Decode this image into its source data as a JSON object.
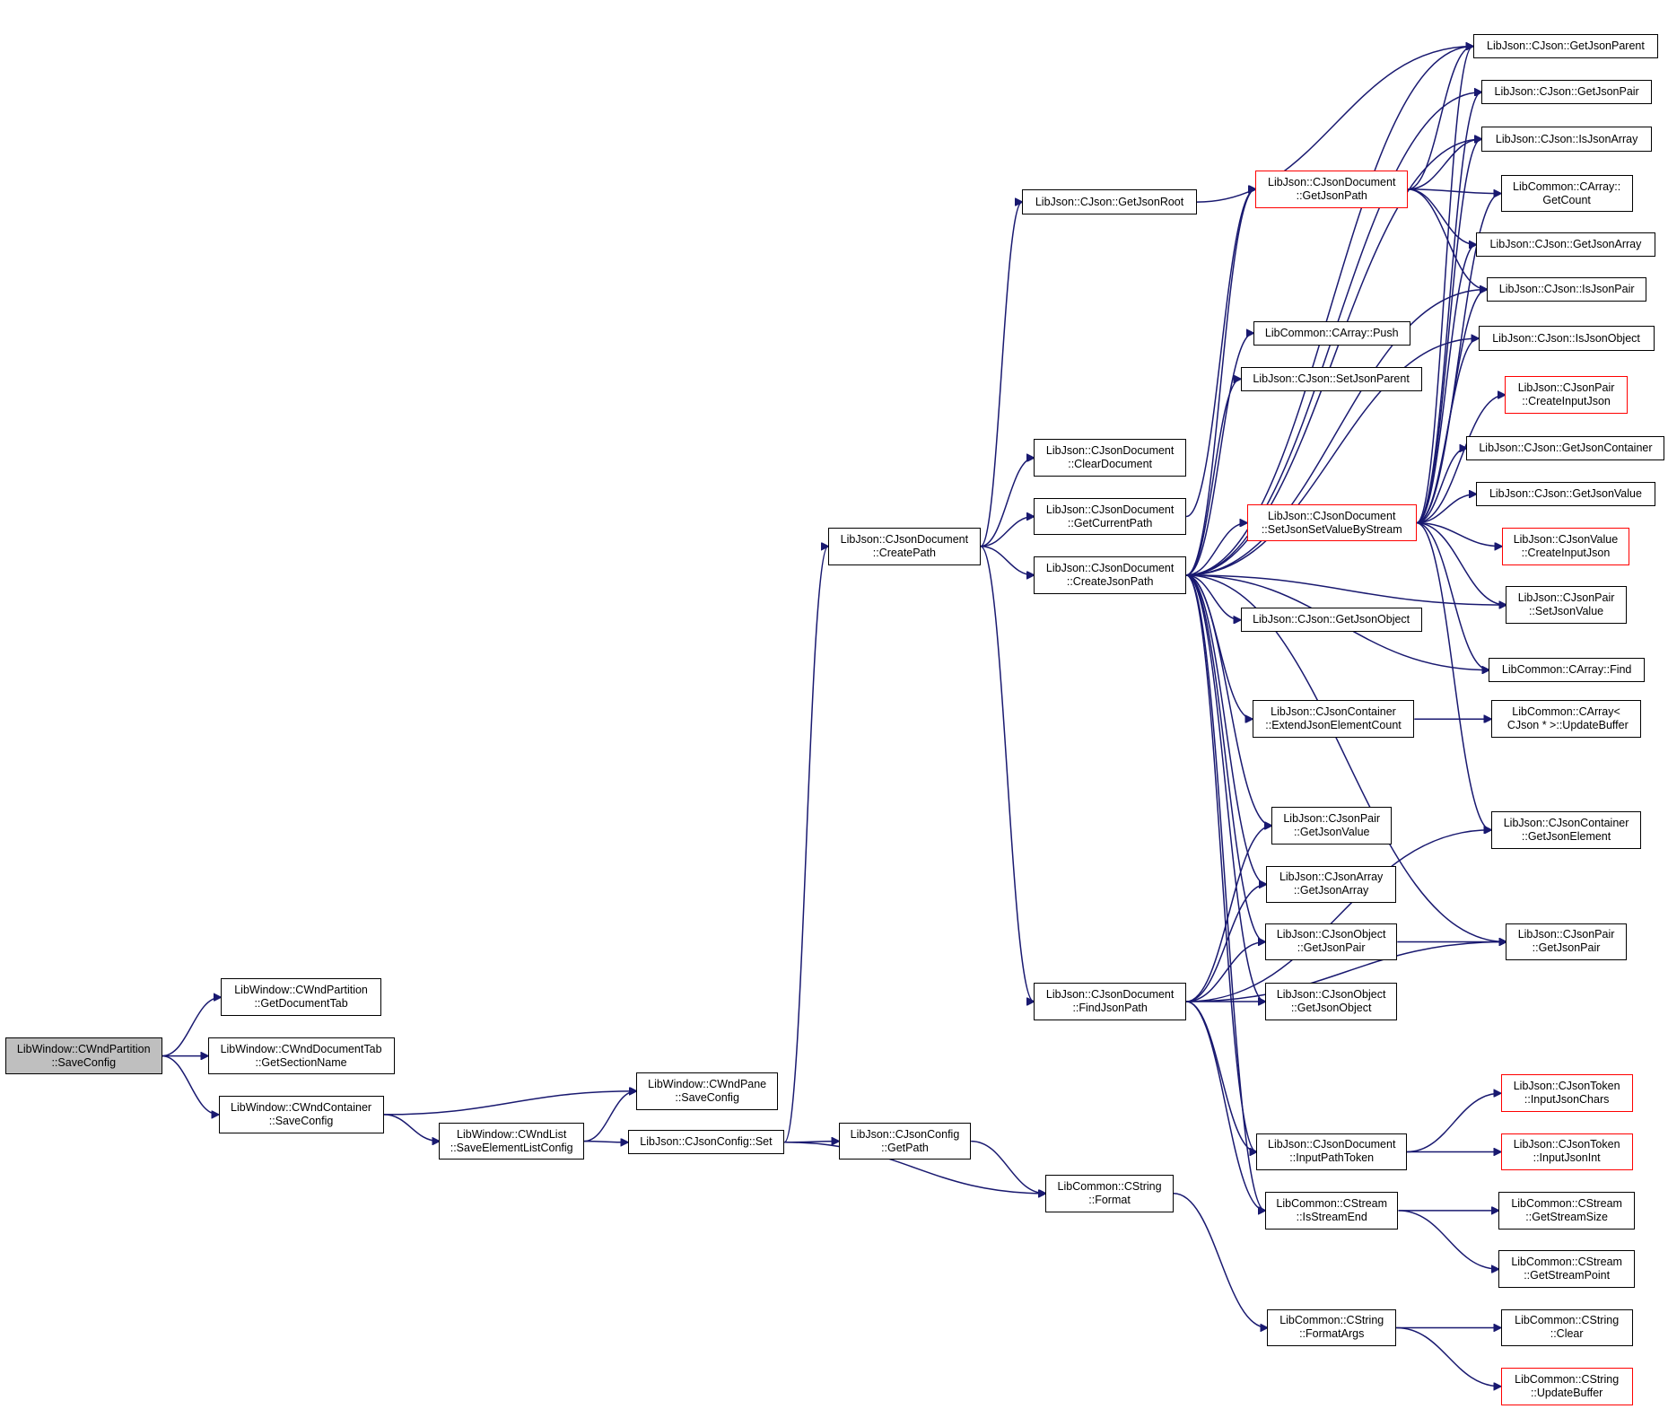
{
  "colors": {
    "edge": "#191970",
    "node_border": "#000000",
    "truncated_border": "#ff0000",
    "selected_fill": "#bfbfbf",
    "background": "#ffffff"
  },
  "nodes": [
    {
      "id": "wp_saveconfig",
      "label": "LibWindow::CWndPartition\n::SaveConfig",
      "selected": true,
      "truncated": false
    },
    {
      "id": "wp_getdocumenttab",
      "label": "LibWindow::CWndPartition\n::GetDocumentTab",
      "truncated": false
    },
    {
      "id": "wdt_getsectionname",
      "label": "LibWindow::CWndDocumentTab\n::GetSectionName",
      "truncated": false
    },
    {
      "id": "wc_saveconfig",
      "label": "LibWindow::CWndContainer\n::SaveConfig",
      "truncated": false
    },
    {
      "id": "wpane_saveconfig",
      "label": "LibWindow::CWndPane\n::SaveConfig",
      "truncated": false
    },
    {
      "id": "wl_saveelementlistconfig",
      "label": "LibWindow::CWndList\n::SaveElementListConfig",
      "truncated": false
    },
    {
      "id": "jc_set",
      "label": "LibJson::CJsonConfig::Set",
      "truncated": false
    },
    {
      "id": "jc_getpath",
      "label": "LibJson::CJsonConfig\n::GetPath",
      "truncated": false
    },
    {
      "id": "jd_createpath",
      "label": "LibJson::CJsonDocument\n::CreatePath",
      "truncated": false
    },
    {
      "id": "j_getjsonroot",
      "label": "LibJson::CJson::GetJsonRoot",
      "truncated": false
    },
    {
      "id": "jd_cleardocument",
      "label": "LibJson::CJsonDocument\n::ClearDocument",
      "truncated": false
    },
    {
      "id": "jd_getcurrentpath",
      "label": "LibJson::CJsonDocument\n::GetCurrentPath",
      "truncated": false
    },
    {
      "id": "jd_createjsonpath",
      "label": "LibJson::CJsonDocument\n::CreateJsonPath",
      "truncated": false
    },
    {
      "id": "jd_findjsonpath",
      "label": "LibJson::CJsonDocument\n::FindJsonPath",
      "truncated": false
    },
    {
      "id": "cs_format",
      "label": "LibCommon::CString\n::Format",
      "truncated": false
    },
    {
      "id": "cs_formatargs",
      "label": "LibCommon::CString\n::FormatArgs",
      "truncated": false
    },
    {
      "id": "cs_clear",
      "label": "LibCommon::CString\n::Clear",
      "truncated": false
    },
    {
      "id": "cs_updatebuffer",
      "label": "LibCommon::CString\n::UpdateBuffer",
      "truncated": true
    },
    {
      "id": "j_getjsonparent",
      "label": "LibJson::CJson::GetJsonParent",
      "truncated": false
    },
    {
      "id": "j_getjsonpair",
      "label": "LibJson::CJson::GetJsonPair",
      "truncated": false
    },
    {
      "id": "j_isjsonarray",
      "label": "LibJson::CJson::IsJsonArray",
      "truncated": false
    },
    {
      "id": "jd_getjsonpath",
      "label": "LibJson::CJsonDocument\n::GetJsonPath",
      "truncated": true
    },
    {
      "id": "ca_getcount",
      "label": "LibCommon::CArray::\nGetCount",
      "truncated": false
    },
    {
      "id": "j_getjsonarray",
      "label": "LibJson::CJson::GetJsonArray",
      "truncated": false
    },
    {
      "id": "j_isjsonpair",
      "label": "LibJson::CJson::IsJsonPair",
      "truncated": false
    },
    {
      "id": "j_isjsonobject",
      "label": "LibJson::CJson::IsJsonObject",
      "truncated": false
    },
    {
      "id": "ca_push",
      "label": "LibCommon::CArray::Push",
      "truncated": false
    },
    {
      "id": "j_setjsonparent",
      "label": "LibJson::CJson::SetJsonParent",
      "truncated": false
    },
    {
      "id": "jp_createinputjson",
      "label": "LibJson::CJsonPair\n::CreateInputJson",
      "truncated": true
    },
    {
      "id": "j_getjsoncontainer",
      "label": "LibJson::CJson::GetJsonContainer",
      "truncated": false
    },
    {
      "id": "j_getjsonvalue",
      "label": "LibJson::CJson::GetJsonValue",
      "truncated": false
    },
    {
      "id": "jd_setjsonsetvaluebystream",
      "label": "LibJson::CJsonDocument\n::SetJsonSetValueByStream",
      "truncated": true
    },
    {
      "id": "jv_createinputjson",
      "label": "LibJson::CJsonValue\n::CreateInputJson",
      "truncated": true
    },
    {
      "id": "jp_setjsonvalue",
      "label": "LibJson::CJsonPair\n::SetJsonValue",
      "truncated": false
    },
    {
      "id": "j_getjsonobject",
      "label": "LibJson::CJson::GetJsonObject",
      "truncated": false
    },
    {
      "id": "ca_find",
      "label": "LibCommon::CArray::Find",
      "truncated": false
    },
    {
      "id": "jcont_extendjsonelementcount",
      "label": "LibJson::CJsonContainer\n::ExtendJsonElementCount",
      "truncated": false
    },
    {
      "id": "ca_updatebuffer",
      "label": "LibCommon::CArray<\n CJson * >::UpdateBuffer",
      "truncated": false
    },
    {
      "id": "jp_getjsonvalue",
      "label": "LibJson::CJsonPair\n::GetJsonValue",
      "truncated": false
    },
    {
      "id": "jcont_getjsonelement",
      "label": "LibJson::CJsonContainer\n::GetJsonElement",
      "truncated": false
    },
    {
      "id": "ja_getjsonarray",
      "label": "LibJson::CJsonArray\n::GetJsonArray",
      "truncated": false
    },
    {
      "id": "jo_getjsonpair",
      "label": "LibJson::CJsonObject\n::GetJsonPair",
      "truncated": false
    },
    {
      "id": "jp_getjsonpair",
      "label": "LibJson::CJsonPair\n::GetJsonPair",
      "truncated": false
    },
    {
      "id": "jo_getjsonobject",
      "label": "LibJson::CJsonObject\n::GetJsonObject",
      "truncated": false
    },
    {
      "id": "jt_inputjsonchars",
      "label": "LibJson::CJsonToken\n::InputJsonChars",
      "truncated": true
    },
    {
      "id": "jd_inputpathtoken",
      "label": "LibJson::CJsonDocument\n::InputPathToken",
      "truncated": false
    },
    {
      "id": "jt_inputjsonint",
      "label": "LibJson::CJsonToken\n::InputJsonInt",
      "truncated": true
    },
    {
      "id": "cst_isstreamend",
      "label": "LibCommon::CStream\n::IsStreamEnd",
      "truncated": false
    },
    {
      "id": "cst_getstreamsize",
      "label": "LibCommon::CStream\n::GetStreamSize",
      "truncated": false
    },
    {
      "id": "cst_getstreampoint",
      "label": "LibCommon::CStream\n::GetStreamPoint",
      "truncated": false
    }
  ],
  "edges": [
    [
      "wp_saveconfig",
      "wp_getdocumenttab"
    ],
    [
      "wp_saveconfig",
      "wdt_getsectionname"
    ],
    [
      "wp_saveconfig",
      "wc_saveconfig"
    ],
    [
      "wc_saveconfig",
      "wpane_saveconfig"
    ],
    [
      "wc_saveconfig",
      "wl_saveelementlistconfig"
    ],
    [
      "wl_saveelementlistconfig",
      "wpane_saveconfig"
    ],
    [
      "wl_saveelementlistconfig",
      "jc_set"
    ],
    [
      "jc_set",
      "jd_createpath"
    ],
    [
      "jc_set",
      "jc_getpath"
    ],
    [
      "jc_set",
      "cs_format"
    ],
    [
      "jc_getpath",
      "cs_format"
    ],
    [
      "jd_createpath",
      "j_getjsonroot"
    ],
    [
      "jd_createpath",
      "jd_cleardocument"
    ],
    [
      "jd_createpath",
      "jd_getcurrentpath"
    ],
    [
      "jd_createpath",
      "jd_createjsonpath"
    ],
    [
      "jd_createpath",
      "jd_findjsonpath"
    ],
    [
      "j_getjsonroot",
      "j_getjsonparent"
    ],
    [
      "cs_format",
      "cs_formatargs"
    ],
    [
      "cs_formatargs",
      "cs_clear"
    ],
    [
      "cs_formatargs",
      "cs_updatebuffer"
    ],
    [
      "jd_getcurrentpath",
      "jd_getjsonpath"
    ],
    [
      "jd_createjsonpath",
      "j_getjsonparent"
    ],
    [
      "jd_createjsonpath",
      "j_getjsonpair"
    ],
    [
      "jd_createjsonpath",
      "j_isjsonarray"
    ],
    [
      "jd_createjsonpath",
      "jd_getjsonpath"
    ],
    [
      "jd_createjsonpath",
      "j_isjsonpair"
    ],
    [
      "jd_createjsonpath",
      "j_isjsonobject"
    ],
    [
      "jd_createjsonpath",
      "ca_push"
    ],
    [
      "jd_createjsonpath",
      "j_setjsonparent"
    ],
    [
      "jd_createjsonpath",
      "jd_setjsonsetvaluebystream"
    ],
    [
      "jd_createjsonpath",
      "jp_setjsonvalue"
    ],
    [
      "jd_createjsonpath",
      "j_getjsonobject"
    ],
    [
      "jd_createjsonpath",
      "ca_find"
    ],
    [
      "jd_createjsonpath",
      "jcont_extendjsonelementcount"
    ],
    [
      "jd_createjsonpath",
      "jp_getjsonvalue"
    ],
    [
      "jd_createjsonpath",
      "ja_getjsonarray"
    ],
    [
      "jd_createjsonpath",
      "jo_getjsonpair"
    ],
    [
      "jd_createjsonpath",
      "jp_getjsonpair"
    ],
    [
      "jd_createjsonpath",
      "jo_getjsonobject"
    ],
    [
      "jd_createjsonpath",
      "jd_inputpathtoken"
    ],
    [
      "jd_createjsonpath",
      "cst_isstreamend"
    ],
    [
      "jd_getjsonpath",
      "j_getjsonparent"
    ],
    [
      "jd_getjsonpath",
      "j_isjsonarray"
    ],
    [
      "jd_getjsonpath",
      "ca_getcount"
    ],
    [
      "jd_getjsonpath",
      "j_getjsonarray"
    ],
    [
      "jd_getjsonpath",
      "j_isjsonpair"
    ],
    [
      "jd_setjsonsetvaluebystream",
      "j_getjsonparent"
    ],
    [
      "jd_setjsonsetvaluebystream",
      "j_getjsonpair"
    ],
    [
      "jd_setjsonsetvaluebystream",
      "j_isjsonarray"
    ],
    [
      "jd_setjsonsetvaluebystream",
      "ca_getcount"
    ],
    [
      "jd_setjsonsetvaluebystream",
      "j_getjsonarray"
    ],
    [
      "jd_setjsonsetvaluebystream",
      "j_isjsonpair"
    ],
    [
      "jd_setjsonsetvaluebystream",
      "j_isjsonobject"
    ],
    [
      "jd_setjsonsetvaluebystream",
      "jp_createinputjson"
    ],
    [
      "jd_setjsonsetvaluebystream",
      "j_getjsoncontainer"
    ],
    [
      "jd_setjsonsetvaluebystream",
      "j_getjsonvalue"
    ],
    [
      "jd_setjsonsetvaluebystream",
      "jv_createinputjson"
    ],
    [
      "jd_setjsonsetvaluebystream",
      "jp_setjsonvalue"
    ],
    [
      "jd_setjsonsetvaluebystream",
      "ca_find"
    ],
    [
      "jd_setjsonsetvaluebystream",
      "jcont_getjsonelement"
    ],
    [
      "jcont_extendjsonelementcount",
      "ca_updatebuffer"
    ],
    [
      "jo_getjsonpair",
      "jp_getjsonpair"
    ],
    [
      "jd_findjsonpath",
      "jp_getjsonvalue"
    ],
    [
      "jd_findjsonpath",
      "ja_getjsonarray"
    ],
    [
      "jd_findjsonpath",
      "jo_getjsonpair"
    ],
    [
      "jd_findjsonpath",
      "jo_getjsonobject"
    ],
    [
      "jd_findjsonpath",
      "jcont_getjsonelement"
    ],
    [
      "jd_findjsonpath",
      "jp_getjsonpair"
    ],
    [
      "jd_findjsonpath",
      "jd_inputpathtoken"
    ],
    [
      "jd_findjsonpath",
      "cst_isstreamend"
    ],
    [
      "jd_inputpathtoken",
      "jt_inputjsonchars"
    ],
    [
      "jd_inputpathtoken",
      "jt_inputjsonint"
    ],
    [
      "cst_isstreamend",
      "cst_getstreamsize"
    ],
    [
      "cst_isstreamend",
      "cst_getstreampoint"
    ]
  ]
}
